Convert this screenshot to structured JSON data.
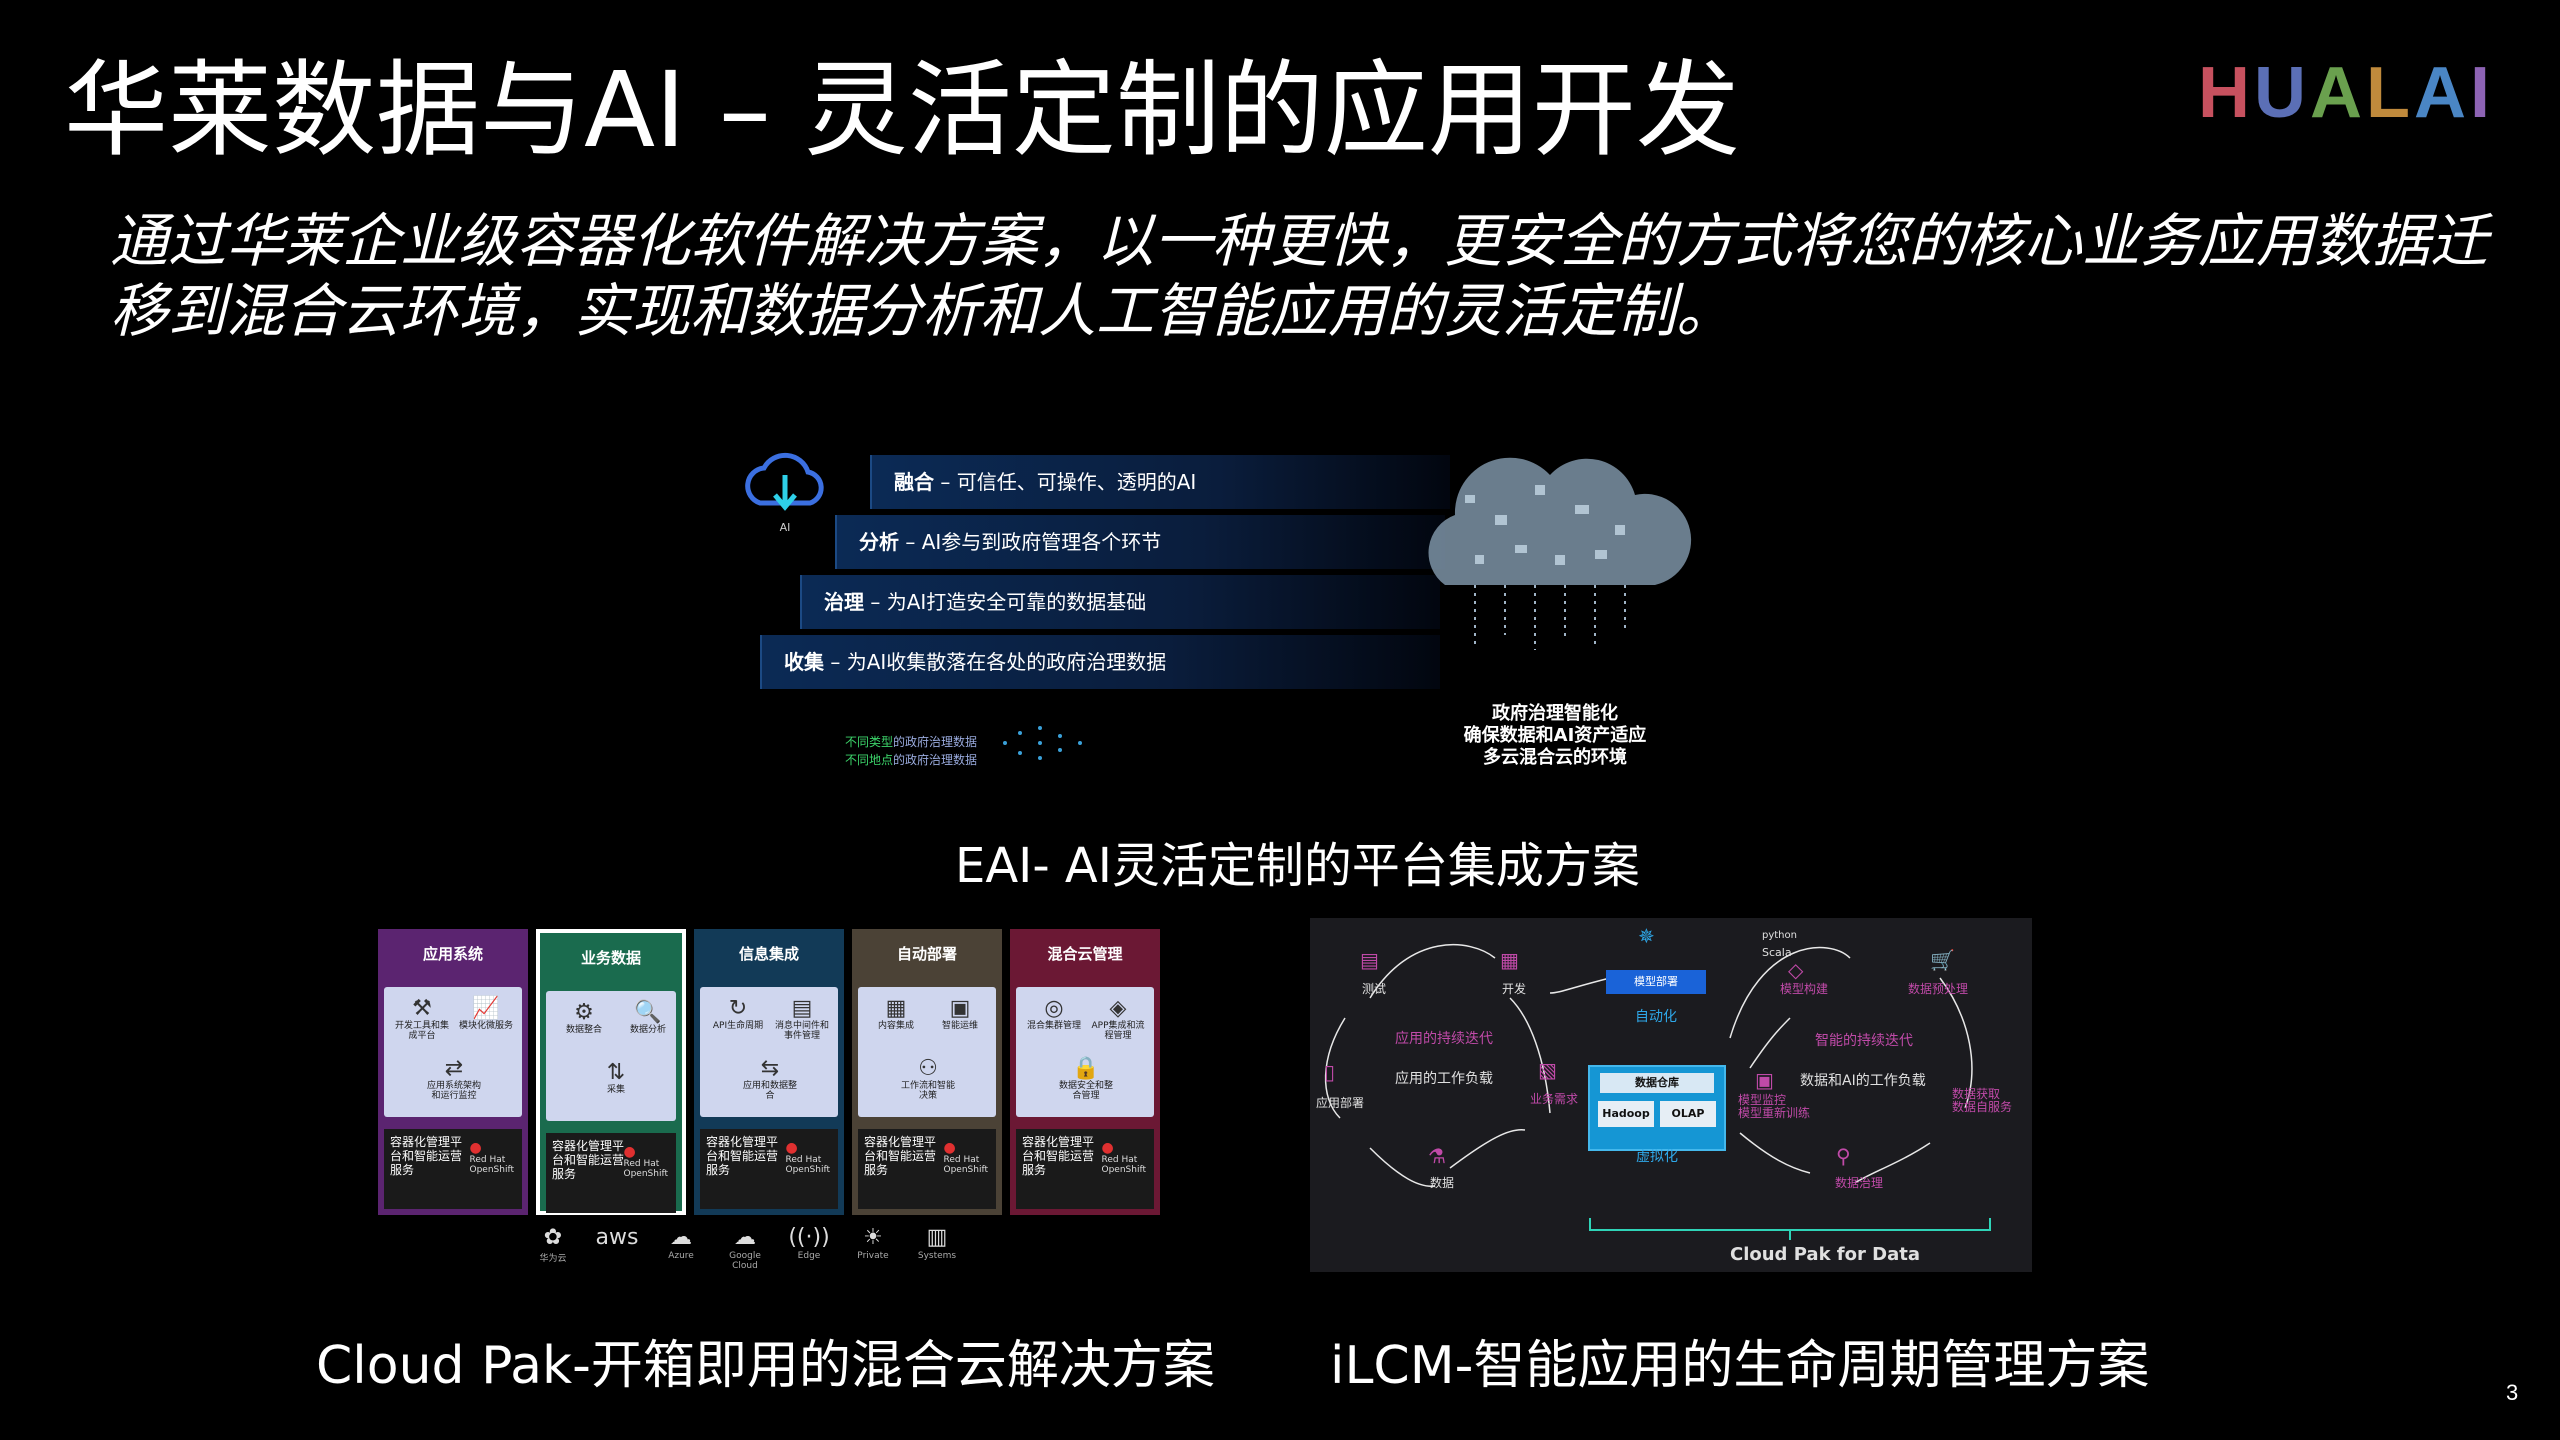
{
  "title": "华莱数据与AI – 灵活定制的应用开发",
  "logo": {
    "letters": [
      "H",
      "U",
      "A",
      "L",
      "A",
      "I"
    ],
    "colors": [
      "#c7515f",
      "#5b6fb6",
      "#6aa04e",
      "#c08a3c",
      "#4a86c5",
      "#8d63b4"
    ]
  },
  "subtitle": "通过华莱企业级容器化软件解决方案，以一种更快，更安全的方式将您的核心业务应用数据迁移到混合云环境，实现和数据分析和人工智能应用的灵活定制。",
  "eai_diagram": {
    "icon_label": "AI",
    "bands": [
      {
        "key": "融合",
        "text": " – 可信任、可操作、透明的AI"
      },
      {
        "key": "分析",
        "text": " – AI参与到政府管理各个环节"
      },
      {
        "key": "治理",
        "text": " – 为AI打造安全可靠的数据基础"
      },
      {
        "key": "收集",
        "text": " – 为AI收集散落在各处的政府治理数据"
      }
    ],
    "legend": [
      {
        "highlight": "不同类型",
        "text": "的政府治理数据"
      },
      {
        "highlight": "不同地点",
        "text": "的政府治理数据"
      }
    ],
    "cloud_caption": [
      "政府治理智能化",
      "确保数据和AI资产适应",
      "多云混合云的环境"
    ]
  },
  "eai_caption": "EAI- AI灵活定制的平台集成方案",
  "cloudpak": {
    "columns": [
      {
        "header": "应用系统",
        "color": "#5b2470",
        "items": [
          {
            "icon": "⚒",
            "label": "开发工具和集成平台"
          },
          {
            "icon": "📈",
            "label": "模块化微服务"
          },
          {
            "icon": "⇄",
            "label": "应用系统架构和运行监控"
          }
        ]
      },
      {
        "header": "业务数据",
        "color": "#1a6b4e",
        "items": [
          {
            "icon": "⚙",
            "label": "数据整合"
          },
          {
            "icon": "🔍",
            "label": "数据分析"
          },
          {
            "icon": "⇅",
            "label": "采集"
          }
        ]
      },
      {
        "header": "信息集成",
        "color": "#123a57",
        "items": [
          {
            "icon": "↻",
            "label": "API生命周期"
          },
          {
            "icon": "▤",
            "label": "消息中间件和事件管理"
          },
          {
            "icon": "⇆",
            "label": "应用和数据整合"
          }
        ]
      },
      {
        "header": "自动部署",
        "color": "#4b4236",
        "items": [
          {
            "icon": "▦",
            "label": "内容集成"
          },
          {
            "icon": "▣",
            "label": "智能运维"
          },
          {
            "icon": "⚇",
            "label": "工作流和智能决策"
          }
        ]
      },
      {
        "header": "混合云管理",
        "color": "#6b1834",
        "items": [
          {
            "icon": "◎",
            "label": "混合集群管理"
          },
          {
            "icon": "◈",
            "label": "APP集成和流程管理"
          },
          {
            "icon": "🔒",
            "label": "数据安全和整合管理"
          }
        ]
      }
    ],
    "footer": "容器化管理平台和智能运营服务",
    "redhat": [
      "Red Hat",
      "OpenShift"
    ],
    "vendors": [
      {
        "icon": "✿",
        "label": "华为云"
      },
      {
        "icon": "aws",
        "label": ""
      },
      {
        "icon": "☁",
        "label": "Azure"
      },
      {
        "icon": "☁",
        "label": "Google Cloud"
      },
      {
        "icon": "((·))",
        "label": "Edge"
      },
      {
        "icon": "☀",
        "label": "Private"
      },
      {
        "icon": "▥",
        "label": "Systems"
      }
    ]
  },
  "cloudpak_caption": "Cloud Pak-开箱即用的混合云解决方案",
  "ilcm": {
    "labels": {
      "test": "测试",
      "develop": "开发",
      "deploy_btn": "模型部署",
      "automation": "自动化",
      "python": "python",
      "scala": "Scala",
      "model_build": "模型构建",
      "data_prep": "数据预处理",
      "app_iter": "应用的持续迭代",
      "app_load": "应用的工作负载",
      "biz_req": "业务需求",
      "smart_iter": "智能的持续迭代",
      "data_ai_load": "数据和AI的工作负载",
      "app_deploy": "应用部署",
      "model_monitor": "模型监控\n模型重新训练",
      "data_fetch": "数据获取\n数据自服务",
      "data": "数据",
      "virtual": "虚拟化",
      "data_gov": "数据治理",
      "dw": "数据仓库",
      "hadoop": "Hadoop",
      "olap": "OLAP",
      "footer": "Cloud Pak for Data"
    }
  },
  "ilcm_caption": "iLCM-智能应用的生命周期管理方案",
  "page_number": "3"
}
